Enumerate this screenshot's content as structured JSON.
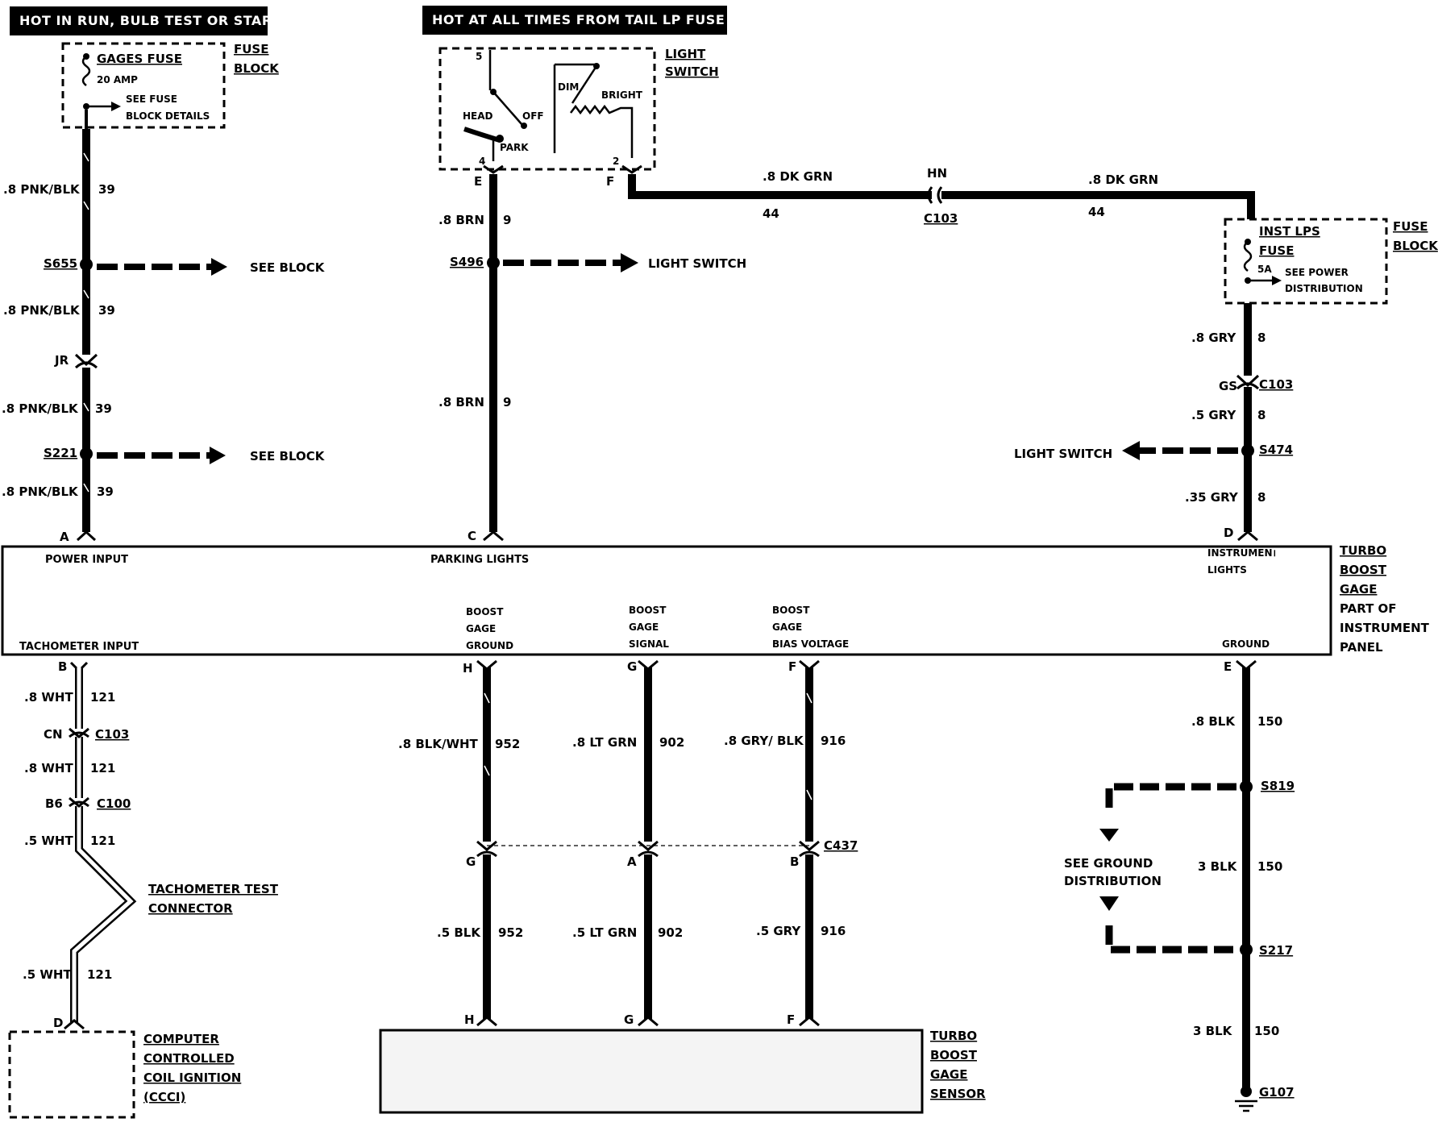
{
  "banners": {
    "left": "HOT IN RUN, BULB TEST OR START",
    "middle": "HOT AT ALL TIMES FROM TAIL  LP FUSE"
  },
  "gages_fuse": {
    "fuse_block_l1": "FUSE",
    "fuse_block_l2": "BLOCK",
    "name": "GAGES FUSE",
    "rating": "20 AMP",
    "see_l1": "SEE FUSE",
    "see_l2": "BLOCK DETAILS"
  },
  "light_switch": {
    "title_l1": "LIGHT",
    "title_l2": "SWITCH",
    "pin_top": "5",
    "head": "HEAD",
    "off": "OFF",
    "park": "PARK",
    "dim": "DIM",
    "bright": "BRIGHT",
    "pin_4": "4",
    "pin_2": "2",
    "term_e": "E",
    "term_f": "F"
  },
  "left_chain": {
    "w1_label": ".8 PNK/BLK",
    "w1_circuit": "39",
    "s655": "S655",
    "see_block_1": "SEE BLOCK",
    "w2_label": ".8 PNK/BLK",
    "w2_circuit": "39",
    "jr": "JR",
    "w3_label": ".8 PNK/BLK",
    "w3_circuit": "39",
    "s221": "S221",
    "see_block_2": "SEE BLOCK",
    "w4_label": ".8 PNK/BLK",
    "w4_circuit": "39",
    "term_a": "A"
  },
  "mid_chain": {
    "w1_label": ".8 BRN",
    "w1_circuit": "9",
    "s496": "S496",
    "light_switch": "LIGHT SWITCH",
    "w2_label": ".8 BRN",
    "w2_circuit": "9",
    "term_c": "C"
  },
  "top_run": {
    "w1_label": ".8 DK GRN",
    "w1_circuit": "44",
    "hn": "HN",
    "c103": "C103",
    "w2_label": ".8 DK GRN",
    "w2_circuit": "44"
  },
  "inst_fuse": {
    "fuse_block_l1": "FUSE",
    "fuse_block_l2": "BLOCK",
    "name_l1": "INST LPS",
    "name_l2": "FUSE",
    "rating": "5A",
    "see_l1": "SEE POWER",
    "see_l2": "DISTRIBUTION"
  },
  "right_chain": {
    "w1_label": ".8 GRY",
    "w1_circuit": "8",
    "gs": "GS",
    "c103": "C103",
    "w2_label": ".5 GRY",
    "w2_circuit": "8",
    "s474": "S474",
    "light_switch": "LIGHT SWITCH",
    "w3_label": ".35 GRY",
    "w3_circuit": "8",
    "term_d": "D"
  },
  "gage": {
    "power_input": "POWER INPUT",
    "parking_lights": "PARKING LIGHTS",
    "inst_lights_l1": "INSTRUMEN।",
    "inst_lights_l2": "LIGHTS",
    "tach_input": "TACHOMETER INPUT",
    "bg_ground_l1": "BOOST",
    "bg_ground_l2": "GAGE",
    "bg_ground_l3": "GROUND",
    "bg_signal_l1": "BOOST",
    "bg_signal_l2": "GAGE",
    "bg_signal_l3": "SIGNAL",
    "bg_bias_l1": "BOOST",
    "bg_bias_l2": "GAGE",
    "bg_bias_l3": "BIAS VOLTAGE",
    "ground": "GROUND",
    "title_l1": "TURBO",
    "title_l2": "BOOST",
    "title_l3": "GAGE",
    "title_l4": "PART OF",
    "title_l5": "INSTRUMENT",
    "title_l6": "PANEL"
  },
  "tach_chain": {
    "term_b": "B",
    "w1_label": ".8 WHT",
    "w1_circuit": "121",
    "cn": "CN",
    "c103": "C103",
    "w2_label": ".8 WHT",
    "w2_circuit": "121",
    "b6": "B6",
    "c100": "C100",
    "w3_label": ".5 WHT",
    "w3_circuit": "121",
    "test_l1": "TACHOMETER TEST",
    "test_l2": "CONNECTOR",
    "w4_label": ".5 WHT",
    "w4_circuit": "121",
    "term_d": "D",
    "ccci_l1": "COMPUTER",
    "ccci_l2": "CONTROLLED",
    "ccci_l3": "COIL IGNITION",
    "ccci_l4": "(CCCI)"
  },
  "sensor_wires": {
    "h_top": "H",
    "g_top": "G",
    "f_top": "F",
    "h_label": ".8 BLK/WHT",
    "h_circuit": "952",
    "g_label": ".8 LT GRN",
    "g_circuit": "902",
    "f_label": ".8 GRY/ BLK",
    "f_circuit": "916",
    "c437": "C437",
    "c437_g": "G",
    "c437_a": "A",
    "c437_b": "B",
    "h2_label": ".5 BLK",
    "h2_circuit": "952",
    "g2_label": ".5 LT GRN",
    "g2_circuit": "902",
    "f2_label": ".5 GRY",
    "f2_circuit": "916",
    "h_bot": "H",
    "g_bot": "G",
    "f_bot": "F",
    "sensor_l1": "TURBO",
    "sensor_l2": "BOOST",
    "sensor_l3": "GAGE",
    "sensor_l4": "SENSOR"
  },
  "ground_chain": {
    "term_e": "E",
    "w1_label": ".8 BLK",
    "w1_circuit": "150",
    "s819": "S819",
    "see_l1": "SEE GROUND",
    "see_l2": "DISTRIBUTION",
    "w2_label": "3 BLK",
    "w2_circuit": "150",
    "s217": "S217",
    "w3_label": "3 BLK",
    "w3_circuit": "150",
    "g107": "G107"
  }
}
